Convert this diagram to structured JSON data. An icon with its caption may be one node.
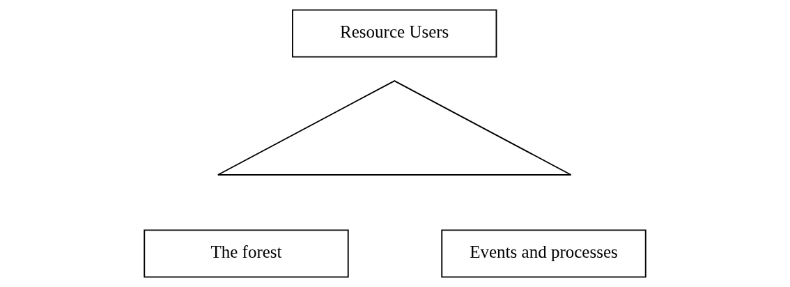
{
  "diagram": {
    "nodes": [
      {
        "text": [
          "Resource Users"
        ]
      },
      {
        "text": [],
        "shape": "triangle"
      },
      {
        "text": [
          "The forest"
        ]
      },
      {
        "text": [
          "Events and processes"
        ]
      }
    ],
    "edges": []
  }
}
